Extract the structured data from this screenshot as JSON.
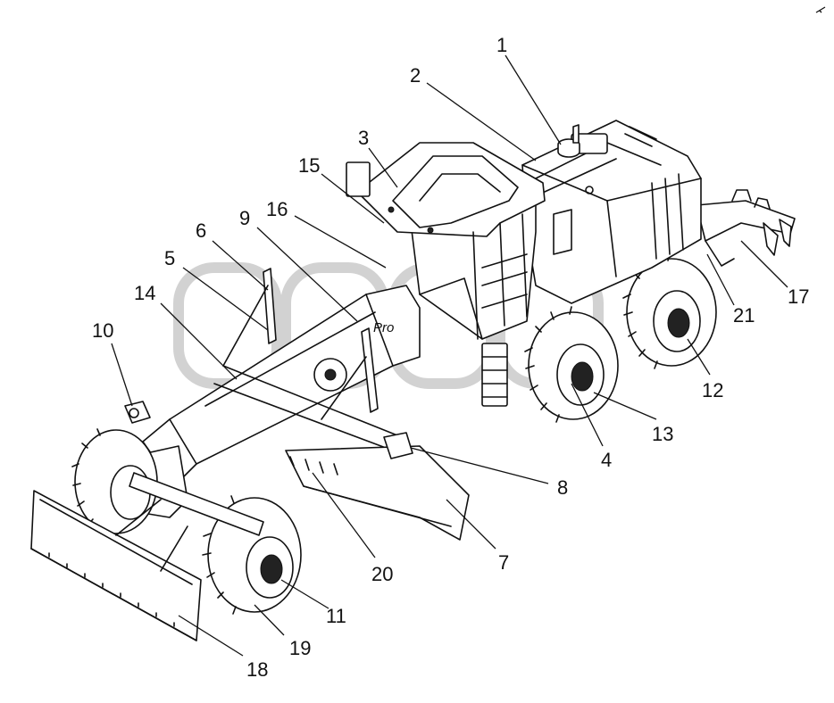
{
  "diagram": {
    "callouts": [
      {
        "id": "c1",
        "label": "1"
      },
      {
        "id": "c2",
        "label": "2"
      },
      {
        "id": "c3",
        "label": "3"
      },
      {
        "id": "c4",
        "label": "4"
      },
      {
        "id": "c5",
        "label": "5"
      },
      {
        "id": "c6",
        "label": "6"
      },
      {
        "id": "c7",
        "label": "7"
      },
      {
        "id": "c8",
        "label": "8"
      },
      {
        "id": "c9",
        "label": "9"
      },
      {
        "id": "c10",
        "label": "10"
      },
      {
        "id": "c11",
        "label": "11"
      },
      {
        "id": "c12",
        "label": "12"
      },
      {
        "id": "c13",
        "label": "13"
      },
      {
        "id": "c14",
        "label": "14"
      },
      {
        "id": "c15",
        "label": "15"
      },
      {
        "id": "c16",
        "label": "16"
      },
      {
        "id": "c17",
        "label": "17"
      },
      {
        "id": "c18",
        "label": "18"
      },
      {
        "id": "c19",
        "label": "19"
      },
      {
        "id": "c20",
        "label": "20"
      },
      {
        "id": "c21",
        "label": "21"
      }
    ],
    "body_lettering": "Pro",
    "colors": {
      "line": "#111111",
      "background": "#ffffff",
      "watermark": "#d2d2d2"
    }
  }
}
